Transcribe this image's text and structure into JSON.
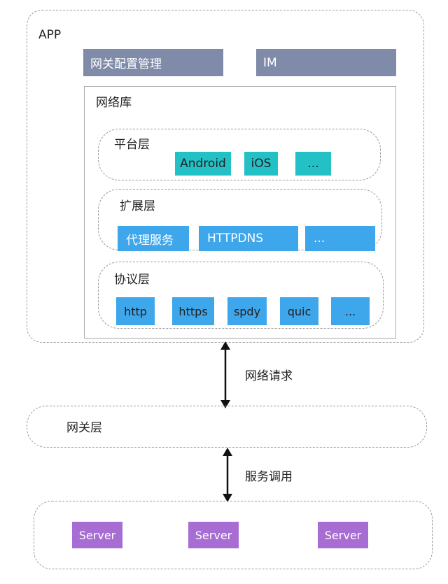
{
  "app": {
    "label": "APP",
    "top_blocks": [
      "网关配置管理",
      "IM"
    ],
    "netlib": {
      "label": "网络库",
      "platform_layer": {
        "label": "平台层",
        "items": [
          "Android",
          "iOS",
          "..."
        ]
      },
      "extension_layer": {
        "label": "扩展层",
        "items": [
          "代理服务",
          "HTTPDNS",
          "..."
        ]
      },
      "protocol_layer": {
        "label": "协议层",
        "items": [
          "http",
          "https",
          "spdy",
          "quic",
          "..."
        ]
      }
    }
  },
  "arrows": {
    "network_request": "网络请求",
    "service_call": "服务调用"
  },
  "gateway_layer": {
    "label": "网关层"
  },
  "servers": [
    "Server",
    "Server",
    "Server"
  ],
  "colors": {
    "gray_block": "#7f8ba8",
    "teal_block": "#23c1c6",
    "blue_block": "#3ea6ea",
    "server_block": "#a76dd2"
  }
}
